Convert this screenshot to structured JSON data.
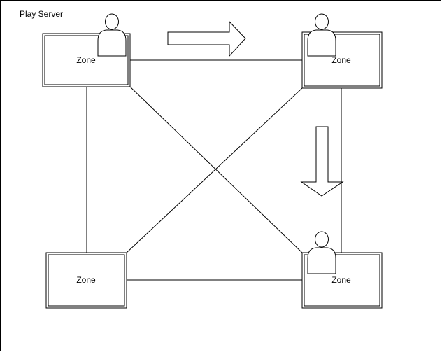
{
  "frame": {
    "title": "Play  Server"
  },
  "zones": [
    {
      "id": "top-left",
      "label": "Zone",
      "has_player": true
    },
    {
      "id": "top-right",
      "label": "Zone",
      "has_player": true
    },
    {
      "id": "bottom-left",
      "label": "Zone",
      "has_player": false
    },
    {
      "id": "bottom-right",
      "label": "Zone",
      "has_player": true
    }
  ],
  "arrows": [
    {
      "id": "arrow-right",
      "direction": "right"
    },
    {
      "id": "arrow-down",
      "direction": "down"
    }
  ],
  "icons": [
    "person-icon",
    "hollow-arrow-icon"
  ],
  "colors": {
    "stroke": "#000000",
    "fill": "#ffffff",
    "text": "#000000"
  }
}
